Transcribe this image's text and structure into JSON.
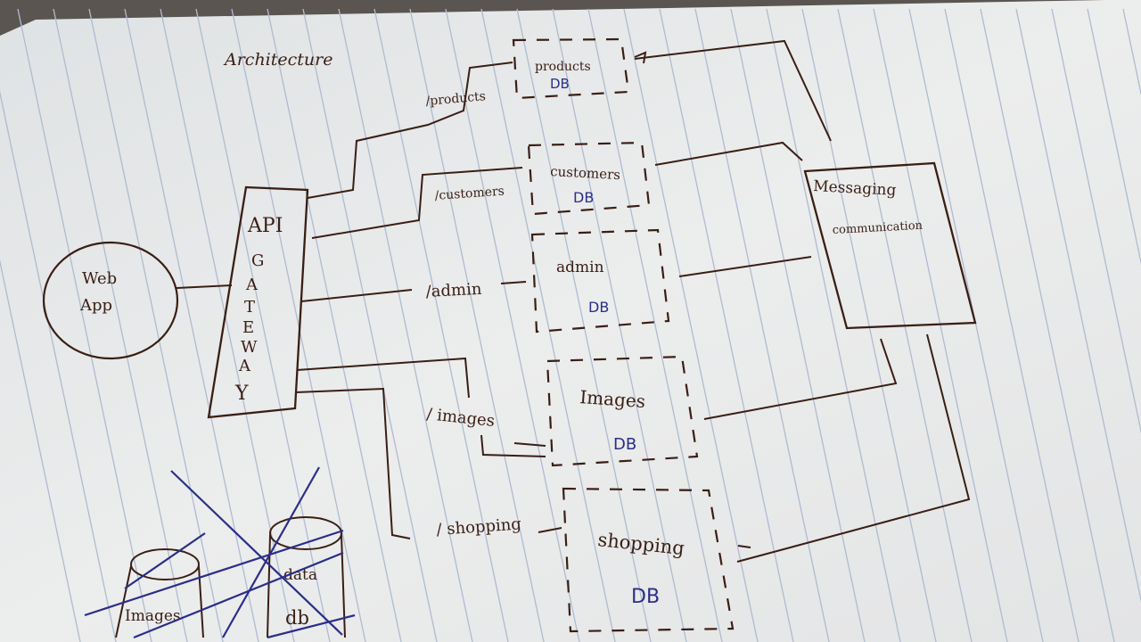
{
  "title": "Architecture",
  "client": {
    "label_line1": "Web",
    "label_line2": "App"
  },
  "gateway": {
    "letters": [
      "API",
      "G",
      "A",
      "T",
      "E",
      "W",
      "A",
      "Y"
    ]
  },
  "routes": {
    "products": "/products",
    "customers": "/customers",
    "admin": "/admin",
    "images": "/ images",
    "shopping": "/ shopping"
  },
  "services": [
    {
      "name": "products",
      "db": "DB"
    },
    {
      "name": "customers",
      "db": "DB"
    },
    {
      "name": "admin",
      "db": "DB"
    },
    {
      "name": "Images",
      "db": "DB"
    },
    {
      "name": "shopping",
      "db": "DB"
    }
  ],
  "messaging": {
    "line1": "Messaging",
    "line2": "communication"
  },
  "crossed_out": {
    "images_db": "Images",
    "data_db_line1": "data",
    "data_db_line2": "db"
  },
  "colors": {
    "ink": "#3a1e14",
    "blue_ink": "#2a2e8a",
    "paper": "#e9eaea",
    "rule": "#aab8cc",
    "margin": "#c98a8a"
  }
}
